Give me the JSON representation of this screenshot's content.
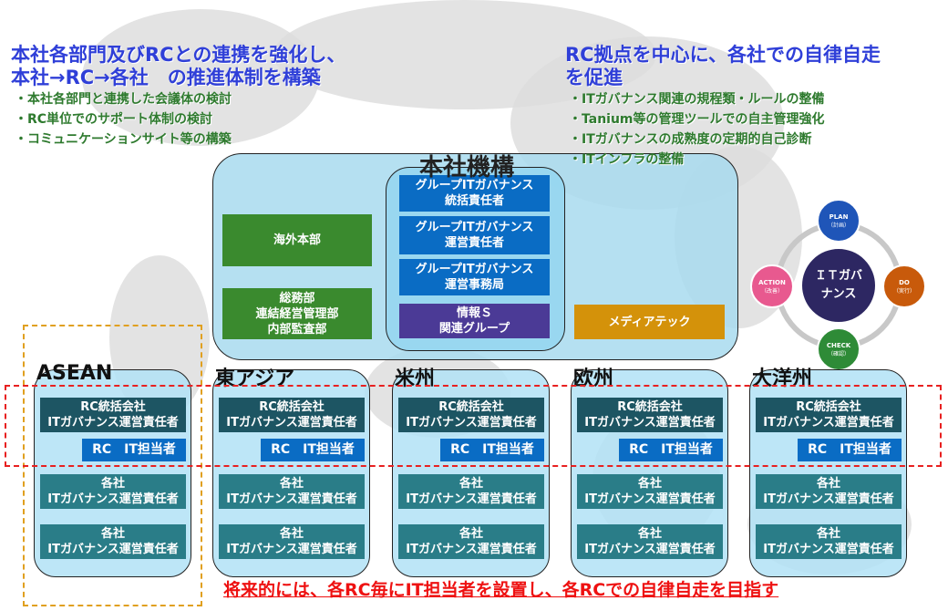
{
  "left_heading": {
    "lines": [
      "本社各部門及びRCとの連携を強化し、",
      "本社→RC→各社　の推進体制を構築"
    ],
    "bullets": [
      "・本社各部門と連携した会議体の検討",
      "・RC単位でのサポート体制の検討",
      "・コミュニケーションサイト等の構築"
    ]
  },
  "right_heading": {
    "lines": [
      "RC拠点を中心に、各社での自律自走",
      "を促進"
    ],
    "bullets": [
      "・ITガバナンス関連の規程類・ルールの整備",
      "・Tanium等の管理ツールでの自主管理強化",
      "・ITガバナンスの成熟度の定期的自己診断",
      "・ITインフラの整備"
    ]
  },
  "hq": {
    "title": "本社機構",
    "green": [
      "海外本部",
      "総務部\n連結経営管理部\n内部監査部"
    ],
    "blue": [
      "グループITガバナンス\n統括責任者",
      "グループITガバナンス\n運営責任者",
      "グループITガバナンス\n運営事務局"
    ],
    "purple": "情報Ｓ\n関連グループ",
    "orange": "メディアテック"
  },
  "pdca": {
    "center": "ＩＴガバ\nナンス",
    "plan": {
      "label": "PLAN",
      "sub": "（計画）",
      "color": "#1f55b8"
    },
    "do": {
      "label": "DO",
      "sub": "（実行）",
      "color": "#c85a0b"
    },
    "check": {
      "label": "CHECK",
      "sub": "（確認）",
      "color": "#2e8b37"
    },
    "action": {
      "label": "ACTION",
      "sub": "（改善）",
      "color": "#e8598f"
    }
  },
  "regions": [
    {
      "name": "ASEAN"
    },
    {
      "name": "東アジア"
    },
    {
      "name": "米州"
    },
    {
      "name": "欧州"
    },
    {
      "name": "大洋州"
    }
  ],
  "region_boxes": {
    "rc": "RC統括会社\nITガバナンス運営責任者",
    "it": "RC　IT担当者",
    "company": "各社\nITガバナンス運営責任者"
  },
  "footer": "将来的には、各RC毎にIT担当者を設置し、各RCでの自律自走を目指す"
}
